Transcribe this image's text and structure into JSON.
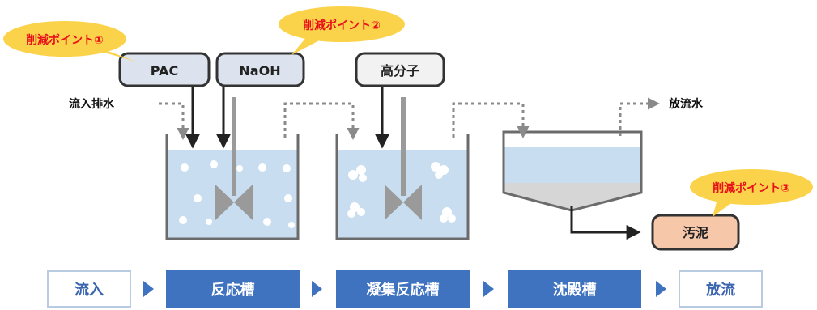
{
  "chemicals": {
    "pac": "PAC",
    "naoh": "NaOH",
    "polymer": "高分子"
  },
  "labels": {
    "inflow": "流入排水",
    "outflow": "放流水",
    "sludge": "汚泥"
  },
  "callouts": {
    "point1": "削減ポイント①",
    "point2": "削減ポイント②",
    "point3": "削減ポイント③"
  },
  "steps": [
    {
      "label": "流入",
      "style": "light"
    },
    {
      "label": "反応槽",
      "style": "dark"
    },
    {
      "label": "凝集反応槽",
      "style": "dark"
    },
    {
      "label": "沈殿槽",
      "style": "dark"
    },
    {
      "label": "放流",
      "style": "light"
    }
  ],
  "colors": {
    "water": "#c8def0",
    "sludge_layer": "#d6d6d6",
    "tank_wall": "#6b6b6b",
    "callout": "#fbd34a",
    "callout_text": "#e8101a",
    "chem_box": "#dce3ee",
    "sludge_box": "#f7c7aa",
    "step_dark": "#3f72bf",
    "step_light_border": "#b8cbe0"
  }
}
